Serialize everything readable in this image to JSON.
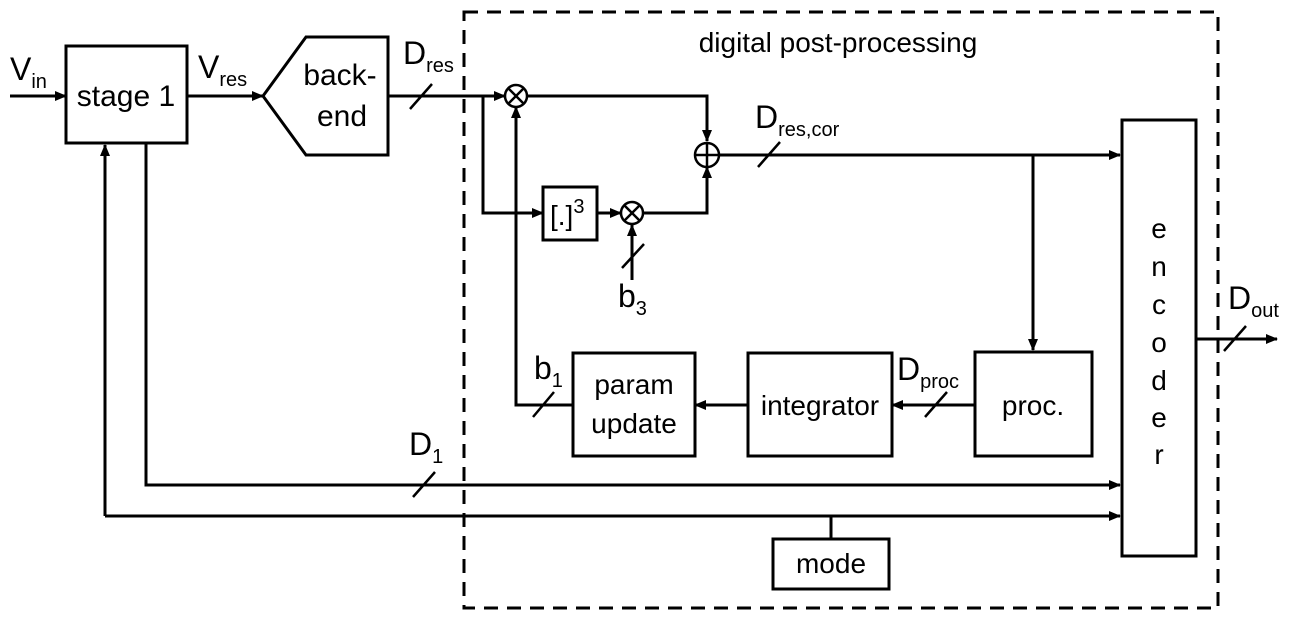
{
  "blocks": {
    "stage1": "stage 1",
    "backend_1": "back-",
    "backend_2": "end",
    "cube_base": "[.]",
    "cube_exp": "3",
    "param_1": "param",
    "param_2": "update",
    "integrator": "integrator",
    "proc": "proc.",
    "mode": "mode",
    "encoder_letters": [
      "e",
      "n",
      "c",
      "o",
      "d",
      "e",
      "r"
    ]
  },
  "region_title": "digital post-processing",
  "signals": {
    "vin": {
      "main": "V",
      "sub": "in"
    },
    "vres": {
      "main": "V",
      "sub": "res"
    },
    "dres": {
      "main": "D",
      "sub": "res"
    },
    "drescor": {
      "main": "D",
      "sub": "res,cor"
    },
    "b3": {
      "main": "b",
      "sub": "3"
    },
    "b1": {
      "main": "b",
      "sub": "1"
    },
    "dproc": {
      "main": "D",
      "sub": "proc"
    },
    "d1": {
      "main": "D",
      "sub": "1"
    },
    "dout": {
      "main": "D",
      "sub": "out"
    }
  }
}
